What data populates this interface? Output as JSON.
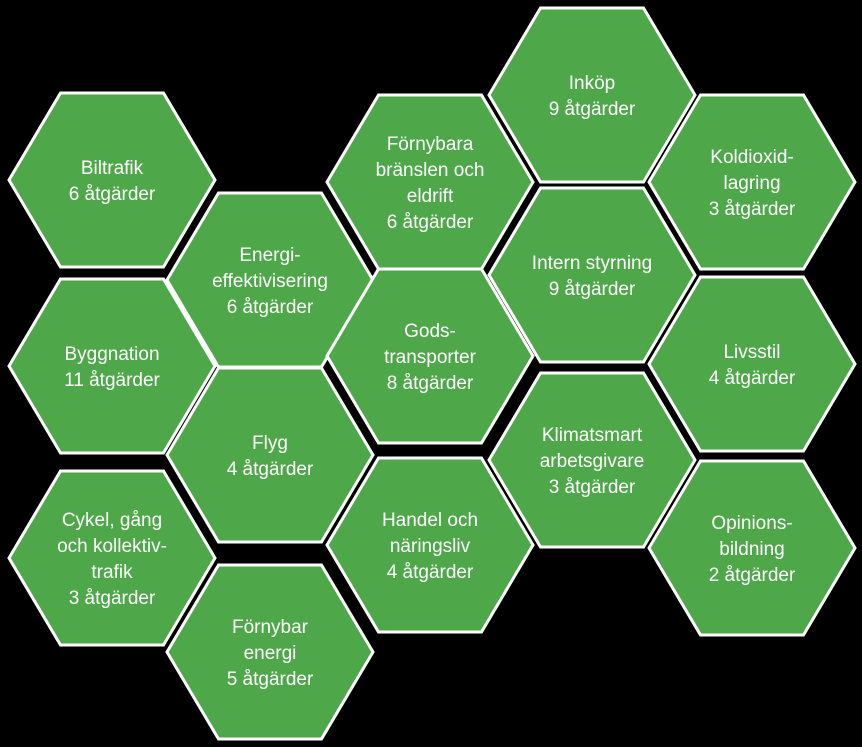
{
  "diagram": {
    "fill_color": "#4ea84a",
    "stroke_color": "#ffffff",
    "background_color": "#000000",
    "hexagons": [
      {
        "id": "biltrafik",
        "lines": [
          "Biltrafik",
          "6 åtgärder"
        ]
      },
      {
        "id": "byggnation",
        "lines": [
          "Byggnation",
          "11 åtgärder"
        ]
      },
      {
        "id": "cykel-gang-kollektivtrafik",
        "lines": [
          "Cykel, gång",
          "och kollektiv-",
          "trafik",
          "3 åtgärder"
        ]
      },
      {
        "id": "energieffektivisering",
        "lines": [
          "Energi-",
          "effektivisering",
          "6 åtgärder"
        ]
      },
      {
        "id": "flyg",
        "lines": [
          "Flyg",
          "4 åtgärder"
        ]
      },
      {
        "id": "fornybar-energi",
        "lines": [
          "Förnybar",
          "energi",
          "5 åtgärder"
        ]
      },
      {
        "id": "fornybara-branslen",
        "lines": [
          "Förnybara",
          "bränslen och",
          "eldrift",
          "6 åtgärder"
        ]
      },
      {
        "id": "godstransporter",
        "lines": [
          "Gods-",
          "transporter",
          "8 åtgärder"
        ]
      },
      {
        "id": "handel-naringsliv",
        "lines": [
          "Handel och",
          "näringsliv",
          "4 åtgärder"
        ]
      },
      {
        "id": "inkop",
        "lines": [
          "Inköp",
          "9 åtgärder"
        ]
      },
      {
        "id": "intern-styrning",
        "lines": [
          "Intern styrning",
          "9 åtgärder"
        ]
      },
      {
        "id": "klimatsmart-arbetsgivare",
        "lines": [
          "Klimatsmart",
          "arbetsgivare",
          "3 åtgärder"
        ]
      },
      {
        "id": "koldioxidlagring",
        "lines": [
          "Koldioxid-",
          "lagring",
          "3 åtgärder"
        ]
      },
      {
        "id": "livsstil",
        "lines": [
          "Livsstil",
          "4 åtgärder"
        ]
      },
      {
        "id": "opinionsbildning",
        "lines": [
          "Opinions-",
          "bildning",
          "2 åtgärder"
        ]
      }
    ]
  }
}
